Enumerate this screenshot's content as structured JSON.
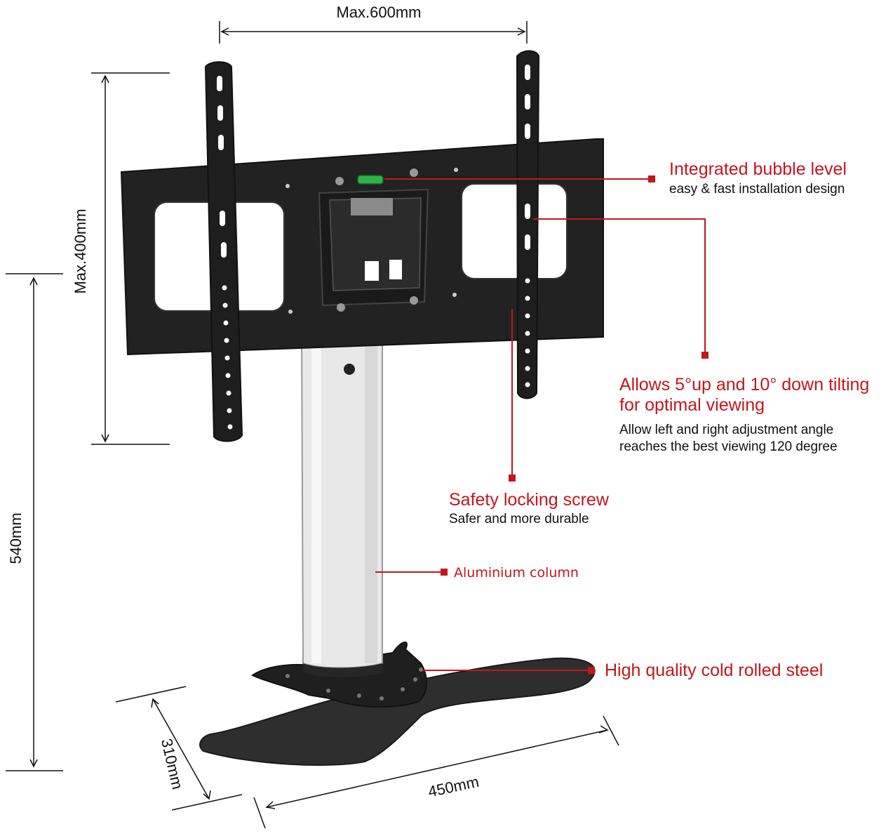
{
  "colors": {
    "accent": "#c4161c",
    "bracket": "#222222",
    "column": "#e9e9e9",
    "base": "#333333"
  },
  "dimensions": {
    "top_width": "Max.600mm",
    "mount_height": "Max.400mm",
    "total_height": "540mm",
    "base_depth": "310mm",
    "base_width": "450mm"
  },
  "callouts": {
    "bubble_level": {
      "title": "Integrated bubble level",
      "desc": "easy & fast installation design"
    },
    "tilting": {
      "title_line1": "Allows 5°up and 10° down tilting",
      "title_line2": "for optimal viewing",
      "desc_line1": "Allow left and right adjustment angle",
      "desc_line2": "reaches the best viewing 120 degree"
    },
    "safety_screw": {
      "title": "Safety locking screw",
      "desc": "Safer and more durable"
    },
    "column": {
      "title": "Aluminium column"
    },
    "steel": {
      "title": "High quality cold rolled steel"
    }
  }
}
